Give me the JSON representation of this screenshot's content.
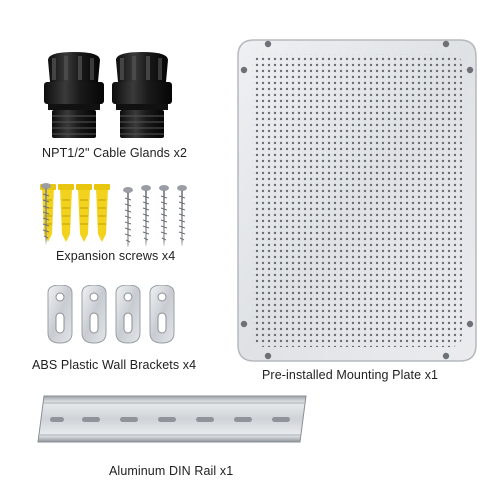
{
  "captions": {
    "cable_glands": "NPT1/2\" Cable Glands x2",
    "expansion_screws": "Expansion screws x4",
    "wall_brackets": "ABS Plastic  Wall Brackets x4",
    "mounting_plate": "Pre-installed Mounting Plate x1",
    "din_rail": "Aluminum DIN Rail x1"
  },
  "colors": {
    "gland_body": "#1a1a1a",
    "anchor_yellow": "#f2d21c",
    "screw_steel": "#8c9096",
    "metal_light": "#e3e6ea",
    "metal_mid": "#b9bec4",
    "plate_hole": "#5c5f63"
  }
}
